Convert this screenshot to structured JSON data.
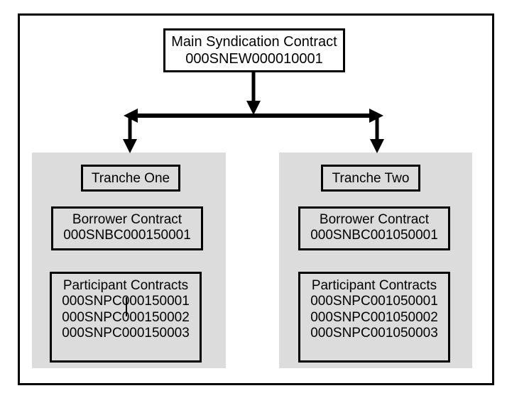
{
  "diagram": {
    "title_node": {
      "name": "main-syndication-contract",
      "label": "Main Syndication Contract",
      "reference": "000SNEW000010001"
    },
    "tranches": [
      {
        "id": "tranche-one",
        "title": "Tranche One",
        "borrower": {
          "label": "Borrower Contract",
          "reference": "000SNBC000150001"
        },
        "participants": {
          "label": "Participant Contracts",
          "references": [
            "000SNPC000150001",
            "000SNPC000150002",
            "000SNPC000150003"
          ]
        }
      },
      {
        "id": "tranche-two",
        "title": "Tranche Two",
        "borrower": {
          "label": "Borrower Contract",
          "reference": "000SNBC001050001"
        },
        "participants": {
          "label": "Participant Contracts",
          "references": [
            "000SNPC001050001",
            "000SNPC001050002",
            "000SNPC001050003"
          ]
        }
      }
    ],
    "connectors": {
      "stem_arrow": "arrow-down-icon",
      "distribution_bar": "double-headed-arrow-icon",
      "branch_left": "arrow-down-icon",
      "branch_right": "arrow-down-icon"
    },
    "colors": {
      "stroke": "#000000",
      "panel_fill": "#dcdcdc",
      "box_fill": "#dcdcdc",
      "main_box_fill": "#ffffff",
      "page_background": "#ffffff"
    }
  }
}
